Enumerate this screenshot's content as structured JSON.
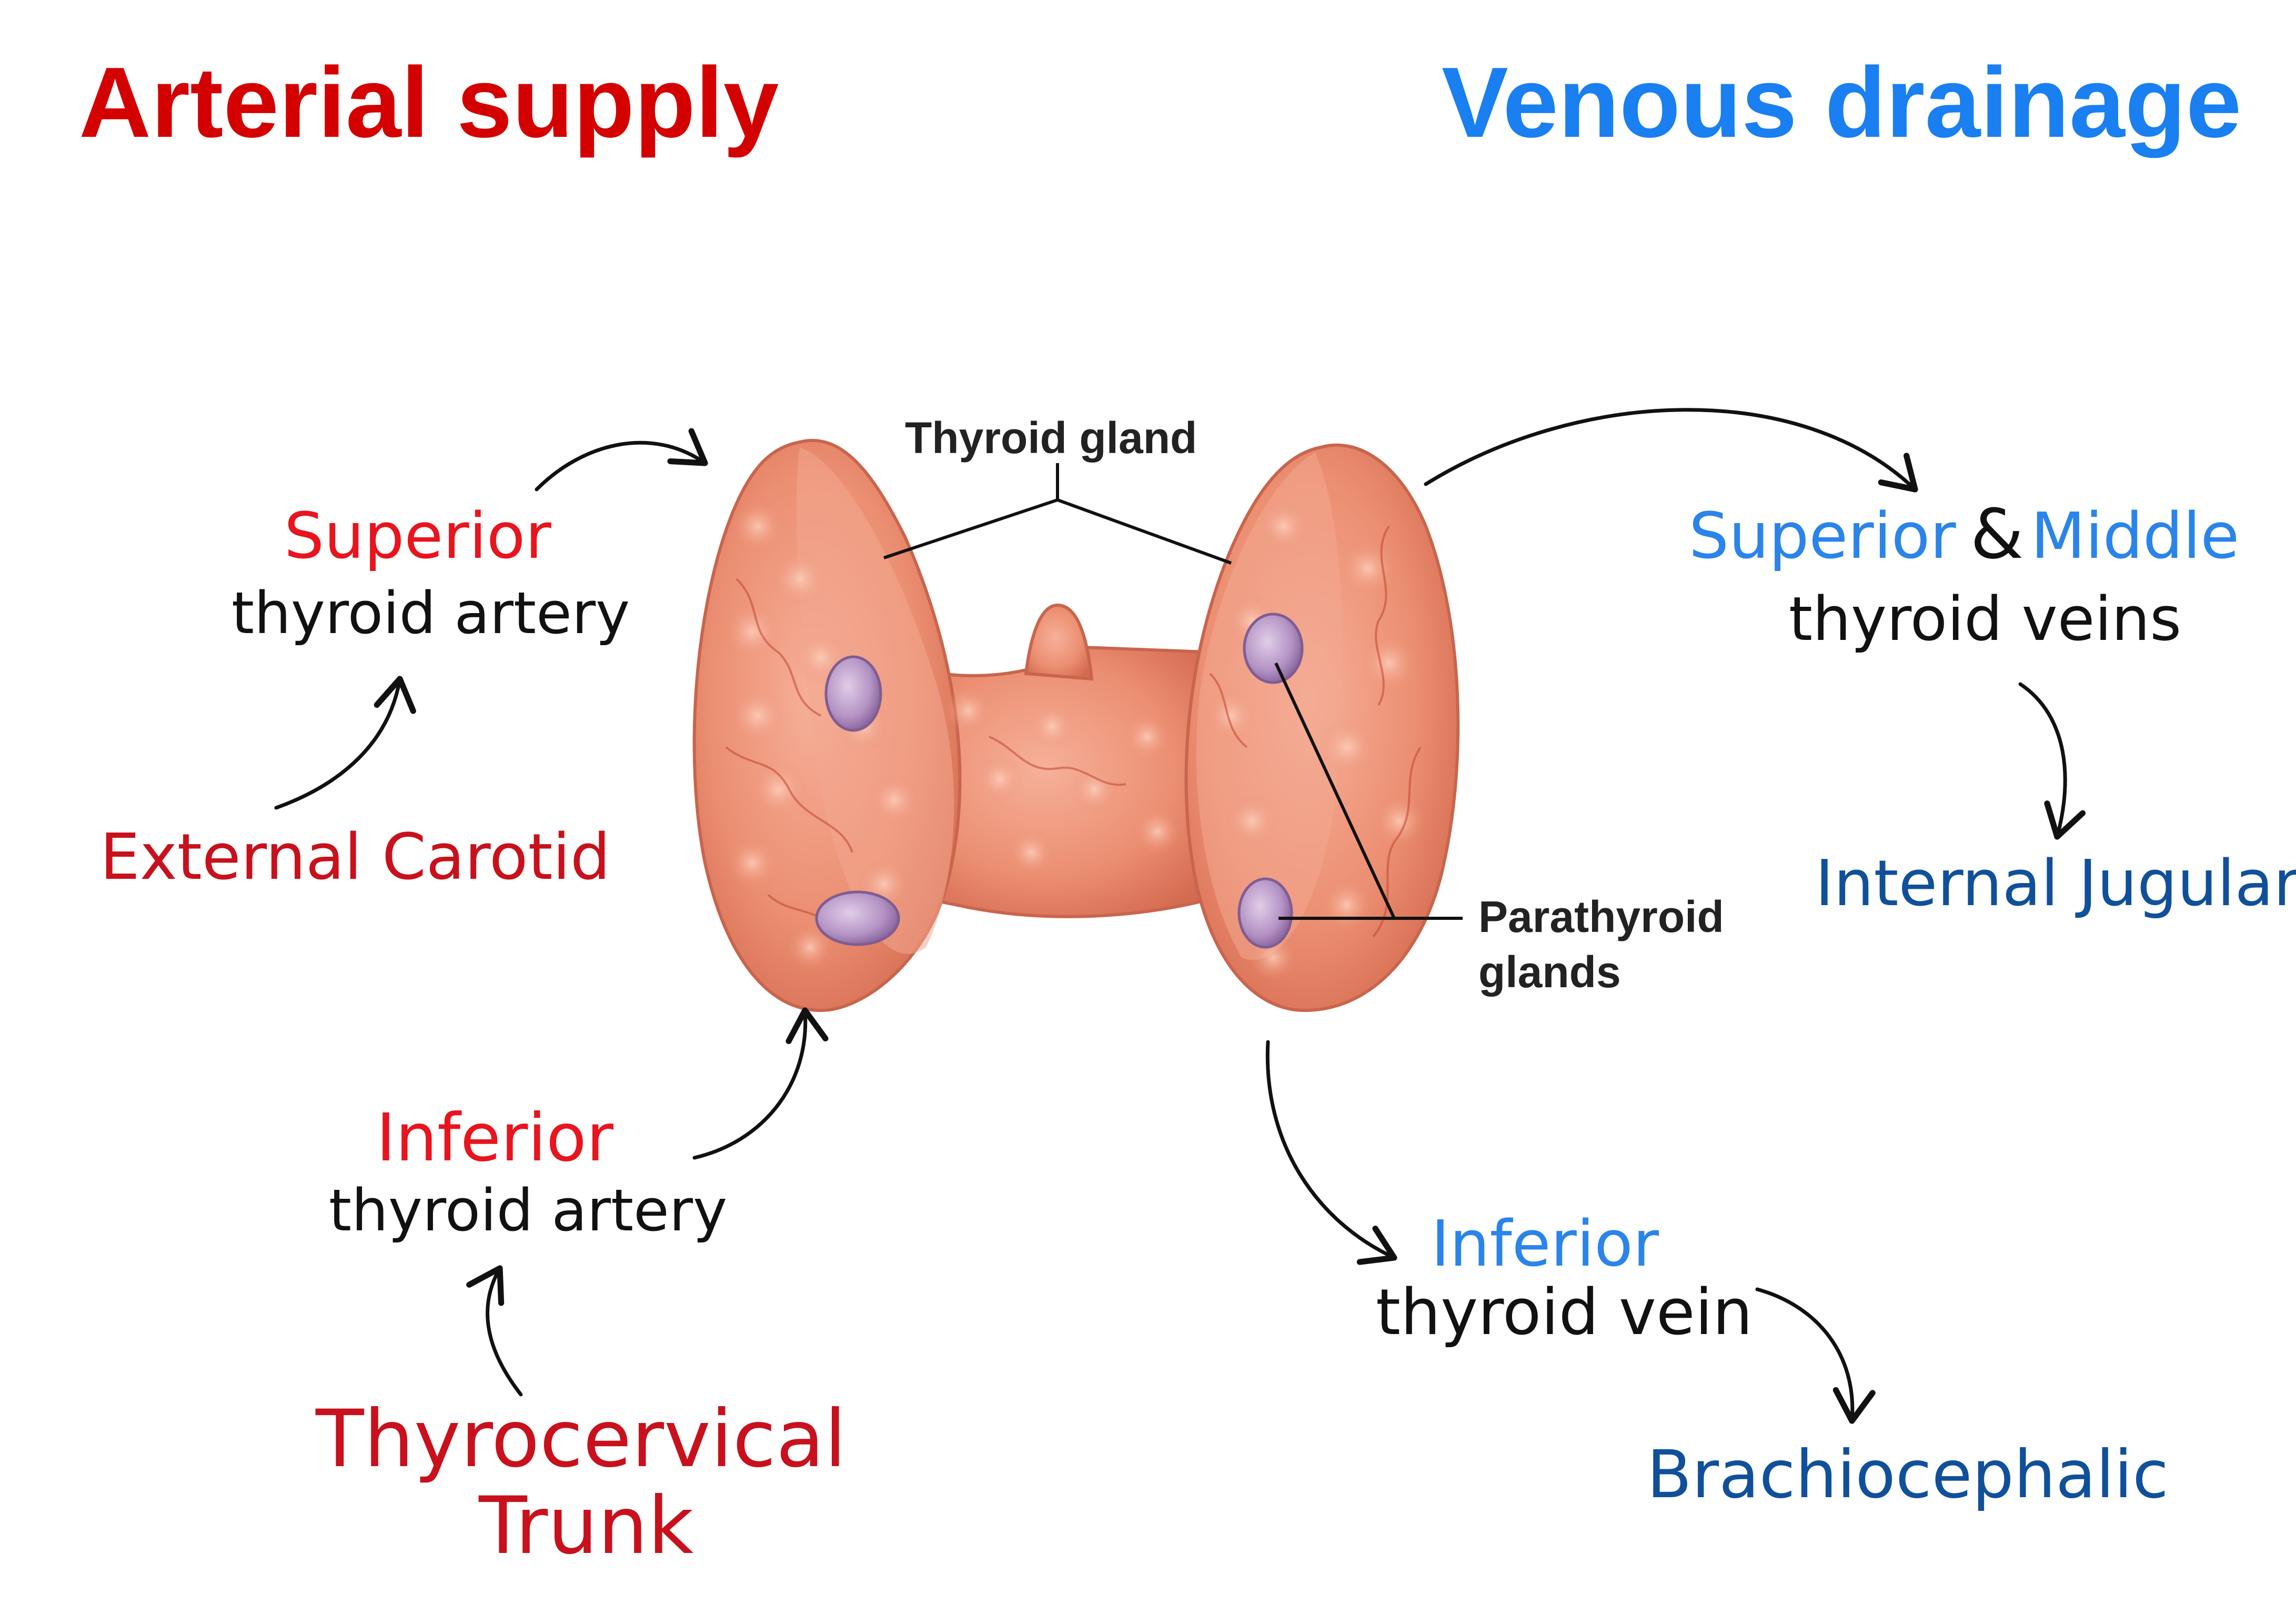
{
  "headings": {
    "arterial": "Arterial supply",
    "venous": "Venous drainage"
  },
  "arterial": {
    "superior_word": "Superior",
    "superior_artery": "thyroid artery",
    "external_carotid": "External Carotid",
    "inferior_word": "Inferior",
    "inferior_artery": "thyroid artery",
    "thyrocervical": "Thyrocervical",
    "trunk": "Trunk"
  },
  "venous": {
    "superior_word": "Superior",
    "ampersand": "&",
    "middle_word": "Middle",
    "sup_mid_veins": "thyroid veins",
    "internal_jugular": "Internal Jugular",
    "inferior_word": "Inferior",
    "inferior_vein": "thyroid vein",
    "brachiocephalic": "Brachiocephalic"
  },
  "figure_labels": {
    "thyroid_gland": "Thyroid gland",
    "parathyroid_line1": "Parathyroid",
    "parathyroid_line2": "glands"
  },
  "colors": {
    "arterial_heading": "#d40000",
    "venous_heading": "#1a7ff0",
    "red_label": "#e8141e",
    "dark_red_label": "#c8111c",
    "black_label": "#111111",
    "blue_label": "#2a84ea",
    "navy_label": "#10509a",
    "gland_fill": "#e8876b",
    "gland_dark": "#c9654d",
    "parathyroid_fill": "#b493c4"
  }
}
